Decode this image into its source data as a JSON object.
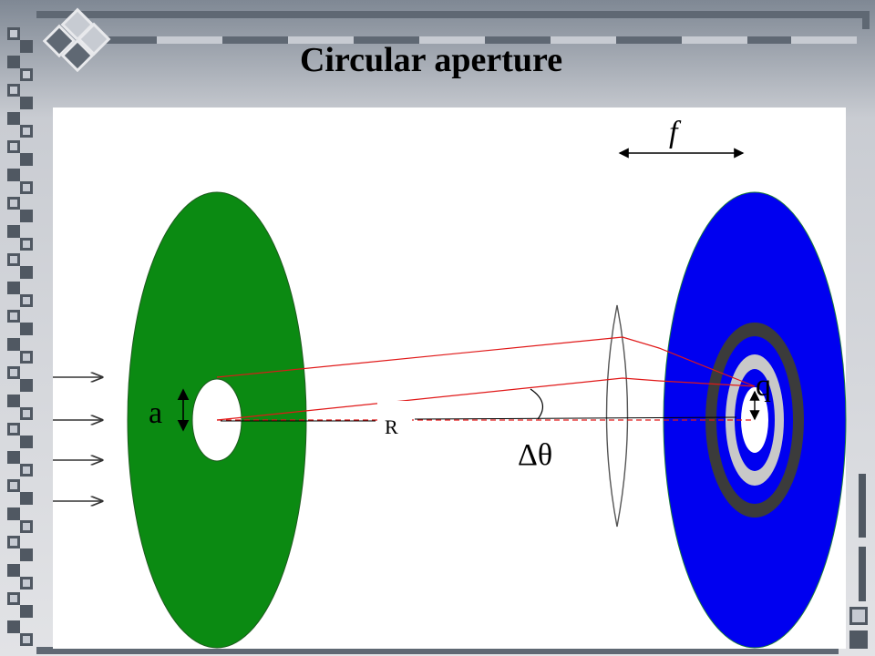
{
  "slide": {
    "title": "Circular aperture"
  },
  "diagram": {
    "labels": {
      "aperture_size": "a",
      "distance": "R",
      "focal_length": "f",
      "angle": "Δθ",
      "spot_size": "q"
    },
    "colors": {
      "aperture_screen": "#0b8a12",
      "image_screen": "#0000f0",
      "ring_dark": "#3b3b3b",
      "ring_light": "#c8c8c8",
      "rays": "#e01818",
      "lens": "#ffffff"
    }
  }
}
